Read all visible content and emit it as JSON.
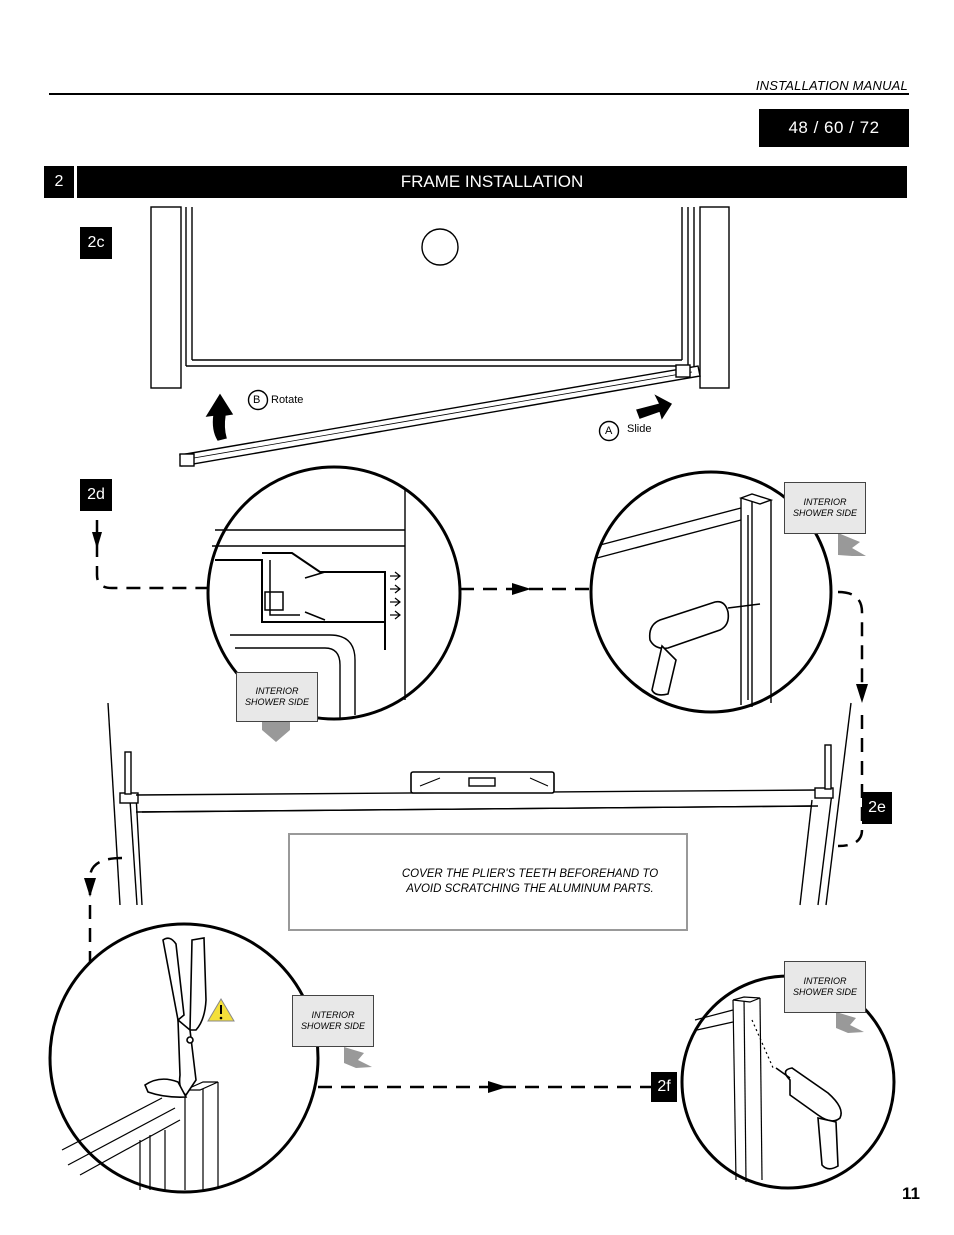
{
  "header": {
    "manual_title": "INSTALLATION MANUAL",
    "models": "48 /  60 /  72"
  },
  "section": {
    "number": "2",
    "title": "FRAME INSTALLATION"
  },
  "steps": {
    "s2c": "2c",
    "s2d": "2d",
    "s2e": "2e",
    "s2f": "2f"
  },
  "callouts": {
    "b_letter": "B",
    "b_text": "Rotate",
    "a_letter": "A",
    "a_text": "Slide"
  },
  "tags": {
    "line1": "INTERIOR",
    "line2": "SHOWER SIDE"
  },
  "warning": {
    "text": "COVER THE PLIER'S TEETH BEFOREHAND TO AVOID SCRATCHING THE ALUMINUM PARTS."
  },
  "footer": {
    "page_number": "11"
  }
}
